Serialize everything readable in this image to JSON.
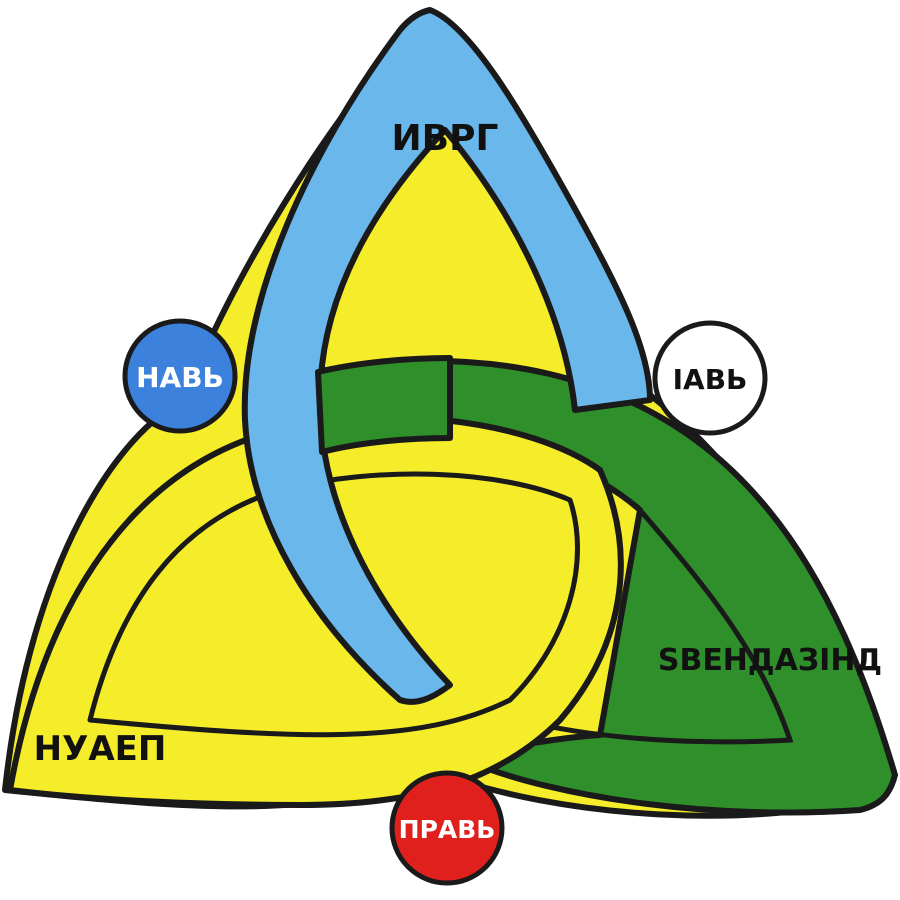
{
  "colors": {
    "background": "#ffffff",
    "yellow": "#f5ec2a",
    "blue_band": "#6ab7ec",
    "green_band": "#2f8f2a",
    "outline": "#1a1a1a",
    "disc_blue": "#3c82dc",
    "disc_white": "#ffffff",
    "disc_red": "#e0201c"
  },
  "circles": {
    "left": {
      "label": "НАВЬ",
      "fill": "#3c82dc",
      "text_color": "#ffffff"
    },
    "right": {
      "label": "ІАВЬ",
      "fill": "#ffffff",
      "text_color": "#111111"
    },
    "bottom": {
      "label": "ПРАВЬ",
      "fill": "#e0201c",
      "text_color": "#ffffff"
    }
  },
  "band_labels": {
    "blue": "ИВРГ",
    "yellow": "НУАЕП",
    "green": "ЅВЕНДАЗІНД"
  }
}
